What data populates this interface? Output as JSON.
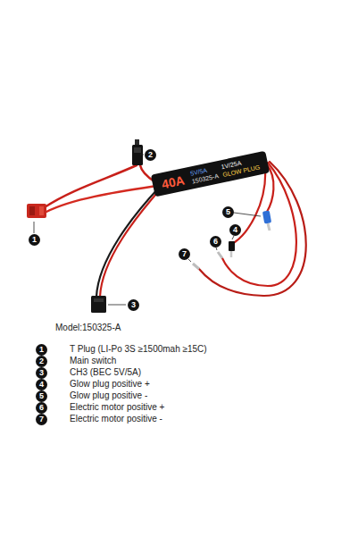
{
  "diagram": {
    "nodes": [
      {
        "text": [
          "40A",
          "5V/5A",
          "1V/25A",
          "150325-A",
          "GLOW PLUG"
        ]
      }
    ],
    "labels": [
      "1",
      "2",
      "3",
      "4",
      "5",
      "6",
      "7",
      "Model:150325-A",
      "1",
      "T Plug (LI-Po 3S ≥1500mah ≥15C)",
      "2",
      "Main switch",
      "3",
      "CH3 (BEC 5V/5A)",
      "4",
      "Glow plug positive +",
      "5",
      "Glow plug positive -",
      "6",
      "Electric motor positive +",
      "7",
      "Electric motor positive -"
    ]
  }
}
